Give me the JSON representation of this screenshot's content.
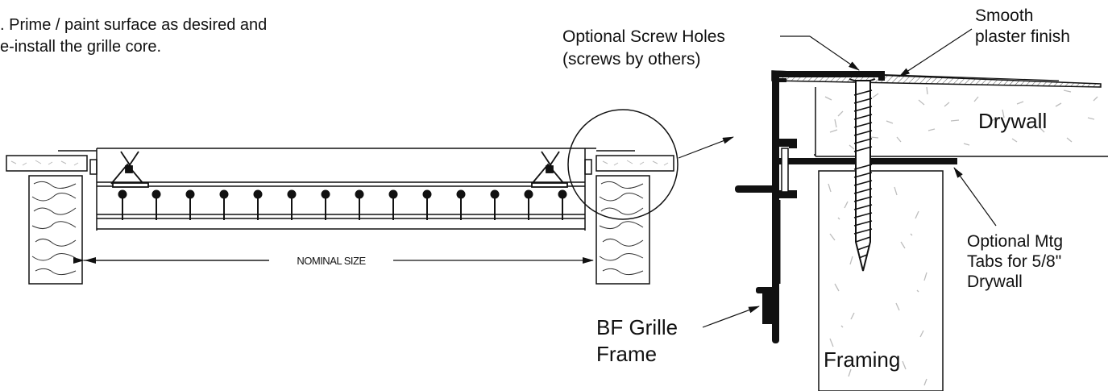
{
  "instruction": {
    "line1": ". Prime / paint surface as desired and",
    "line2": "e-install the grille core."
  },
  "labels": {
    "nominal_size": "NOMINAL SIZE",
    "screw_holes_1": "Optional Screw Holes",
    "screw_holes_2": "(screws by others)",
    "plaster_1": "Smooth",
    "plaster_2": "plaster finish",
    "drywall": "Drywall",
    "framing": "Framing",
    "mtg_tabs_1": "Optional Mtg",
    "mtg_tabs_2": "Tabs for 5/8\"",
    "mtg_tabs_3": "Drywall",
    "grille_frame_1": "BF Grille",
    "grille_frame_2": "Frame"
  },
  "colors": {
    "line": "#111111",
    "texture": "#bdbdbd"
  }
}
